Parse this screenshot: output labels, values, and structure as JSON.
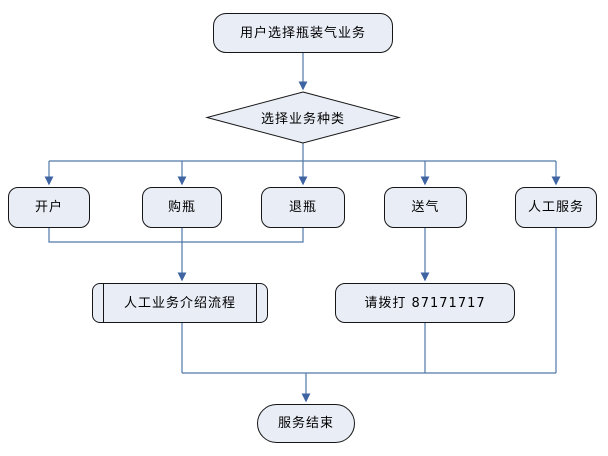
{
  "diagram": {
    "colors": {
      "background": "#FFFFFF",
      "node_fill": "#E9EDF6",
      "node_border": "#161616",
      "connector": "#5079A9",
      "arrowhead": "#3F64A3",
      "text": "#000000"
    },
    "nodes": {
      "start": {
        "label": "用户选择瓶装气业务",
        "shape": "terminator"
      },
      "decision": {
        "label": "选择业务种类",
        "shape": "diamond"
      },
      "open_account": {
        "label": "开户",
        "shape": "rounded-rect"
      },
      "buy_bottle": {
        "label": "购瓶",
        "shape": "rounded-rect"
      },
      "return_bottle": {
        "label": "退瓶",
        "shape": "rounded-rect"
      },
      "deliver_gas": {
        "label": "送气",
        "shape": "rounded-rect"
      },
      "manual_service": {
        "label": "人工服务",
        "shape": "rounded-rect"
      },
      "manual_process": {
        "label": "人工业务介绍流程",
        "shape": "predefined-process"
      },
      "call_number": {
        "label": "请拨打 87171717",
        "shape": "rounded-rect"
      },
      "end": {
        "label": "服务结束",
        "shape": "terminator"
      }
    },
    "edges": [
      {
        "from": "start",
        "to": "decision"
      },
      {
        "from": "decision",
        "to": "open_account"
      },
      {
        "from": "decision",
        "to": "buy_bottle"
      },
      {
        "from": "decision",
        "to": "return_bottle"
      },
      {
        "from": "decision",
        "to": "deliver_gas"
      },
      {
        "from": "decision",
        "to": "manual_service"
      },
      {
        "from": "open_account",
        "to": "manual_process"
      },
      {
        "from": "buy_bottle",
        "to": "manual_process"
      },
      {
        "from": "return_bottle",
        "to": "manual_process"
      },
      {
        "from": "deliver_gas",
        "to": "call_number"
      },
      {
        "from": "manual_process",
        "to": "end"
      },
      {
        "from": "call_number",
        "to": "end"
      },
      {
        "from": "manual_service",
        "to": "end"
      }
    ]
  }
}
